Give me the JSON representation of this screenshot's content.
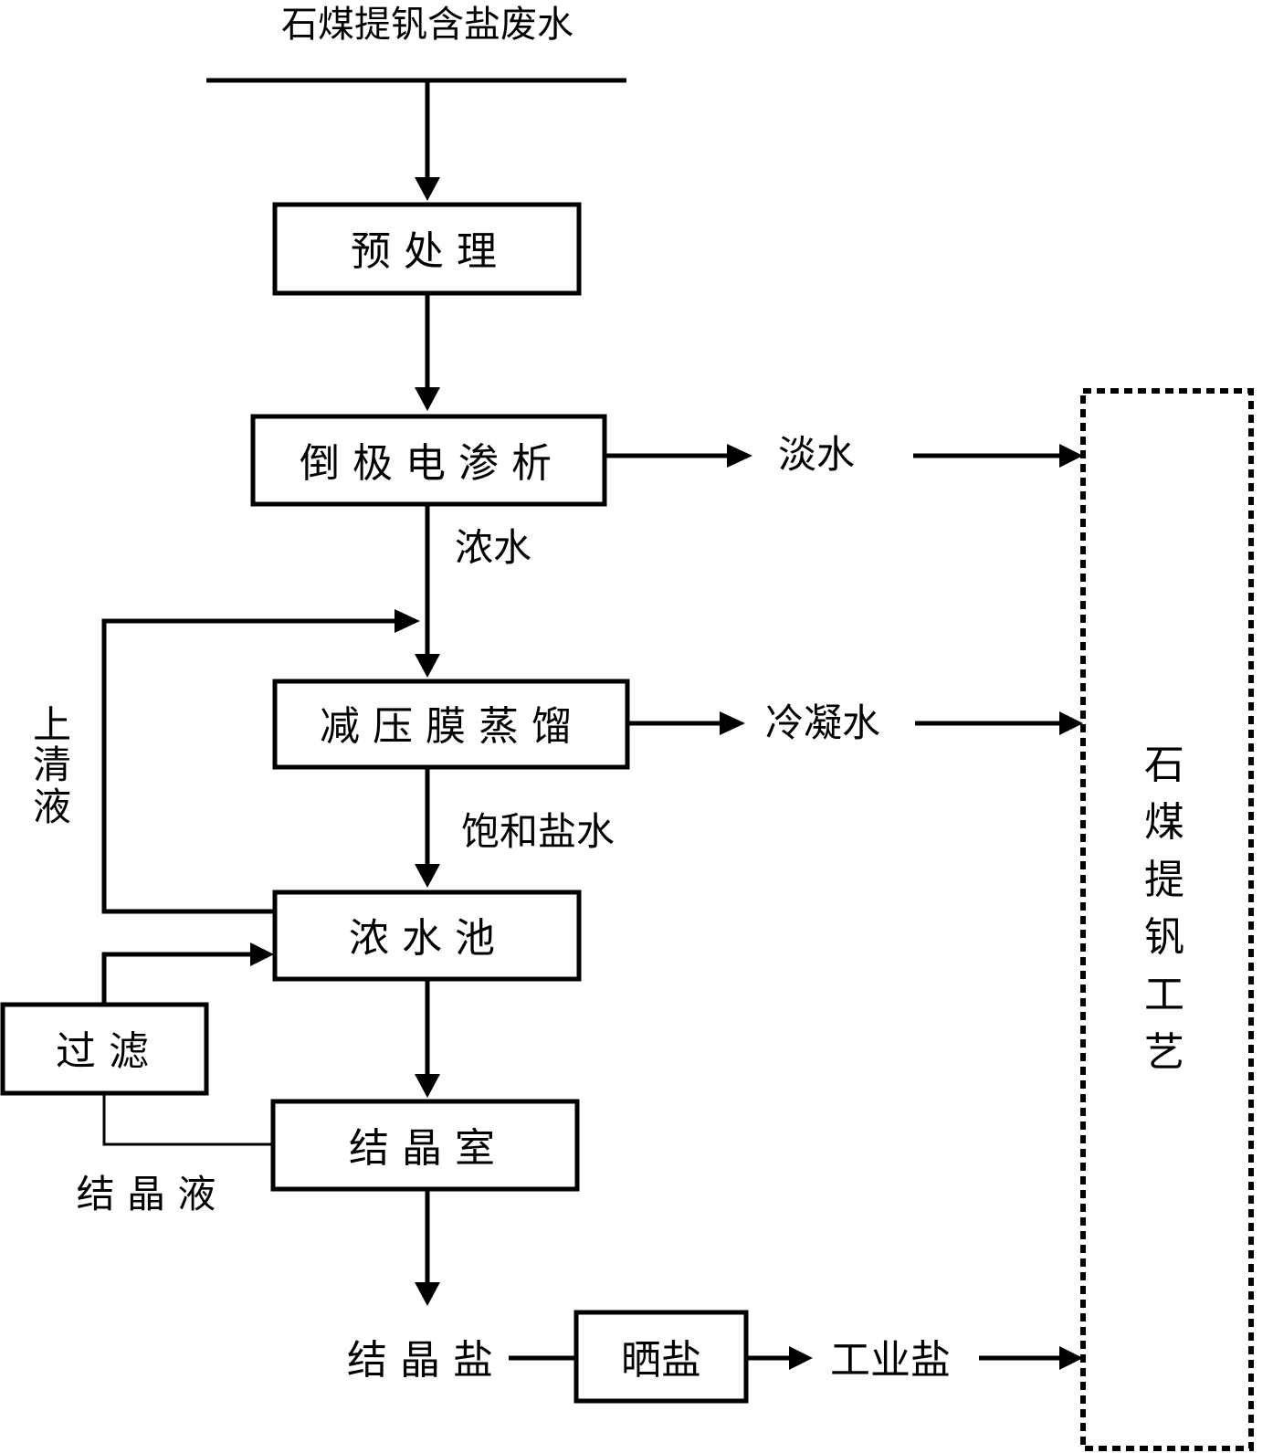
{
  "source": "石煤提钒含盐废水",
  "boxes": {
    "pretreat": "预 处 理",
    "edr": "倒 极 电 渗 析",
    "vmd": "减 压 膜 蒸 馏",
    "pool": "浓 水 池",
    "filter": "过 滤",
    "crystal_room": "结 晶 室",
    "sun_salt": "晒盐"
  },
  "flows": {
    "fresh_water": "淡水",
    "concentrate": "浓水",
    "condensate": "冷凝水",
    "brine": "饱和盐水",
    "supernatant": [
      "上",
      "清",
      "液"
    ],
    "crystal_liquid": "结 晶 液",
    "crystal_salt": "结 晶 盐",
    "industrial_salt": "工业盐"
  },
  "side_process": [
    "石",
    "煤",
    "提",
    "钒",
    "工",
    "艺"
  ]
}
